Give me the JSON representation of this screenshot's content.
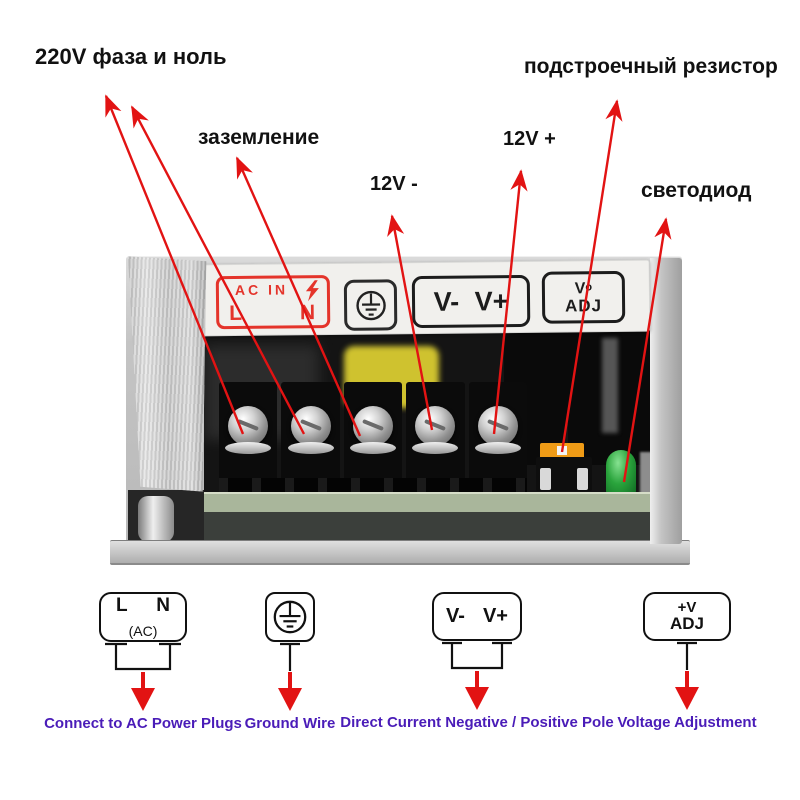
{
  "top_labels": {
    "ac": "220V фаза и ноль",
    "ground": "заземление",
    "v_minus": "12V -",
    "v_plus": "12V +",
    "trimmer": "подстроечный резистор",
    "led": "светодиод"
  },
  "psu_sticker": {
    "ac_in": "AC IN",
    "line_l": "L",
    "line_n": "N",
    "dc_terminals": "V- V+",
    "vo_v": "V",
    "vo_o": "o",
    "adj": "ADJ"
  },
  "legend": {
    "ac": {
      "l": "L",
      "n": "N",
      "sub": "(AC)",
      "caption": "Connect to AC Power Plugs"
    },
    "ground": {
      "caption": "Ground Wire"
    },
    "dc": {
      "v_minus": "V-",
      "v_plus": "V+",
      "caption": "Direct Current Negative / Positive Pole"
    },
    "adj": {
      "line1": "+V",
      "line2": "ADJ",
      "caption": "Voltage Adjustment"
    }
  },
  "colors": {
    "arrow_red": "#e21313",
    "caption_purple": "#4a1cb8",
    "sticker_red": "#e4342b"
  }
}
